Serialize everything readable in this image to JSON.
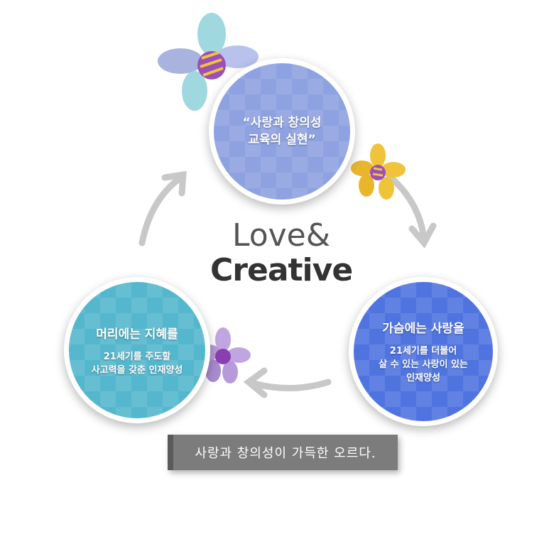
{
  "center": {
    "line1": "Love&",
    "line2": "Creative"
  },
  "top_circle": {
    "quote_line1": "“사랑과 창의성",
    "quote_line2": "교육의 실현”"
  },
  "right_circle": {
    "title": "가슴에는 사랑을",
    "desc_line1": "21세기를 더불어",
    "desc_line2": "살 수 있는 사랑이 있는",
    "desc_line3": "인재양성"
  },
  "left_circle": {
    "title": "머리에는 지혜를",
    "desc_line1": "21세기를 주도할",
    "desc_line2": "사고력을 갖춘 인재양성"
  },
  "banner": {
    "text": "사랑과 창의성이 가득한 오르다."
  },
  "colors": {
    "top_circle": "#8ea2e1",
    "right_circle": "#4f74e0",
    "left_circle": "#55b7cd",
    "arrow": "#c8c8c8",
    "banner": "#7c7c7c",
    "flower_cyan": "#9fd8df",
    "flower_yellow": "#f0c43a",
    "flower_purple": "#b79bd8"
  },
  "icons": [
    "flower-cyan-icon",
    "flower-yellow-icon",
    "flower-purple-icon",
    "cycle-arrow-icon"
  ]
}
